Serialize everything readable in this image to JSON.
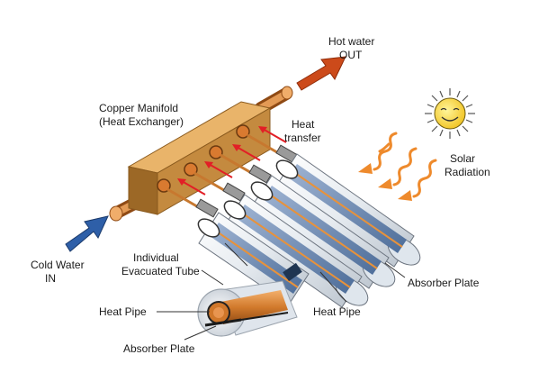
{
  "labels": {
    "hot_water_line1": "Hot water",
    "hot_water_line2": "OUT",
    "manifold_line1": "Copper Manifold",
    "manifold_line2": "(Heat Exchanger)",
    "heat_transfer_line1": "Heat",
    "heat_transfer_line2": "transfer",
    "solar_line1": "Solar",
    "solar_line2": "Radiation",
    "cold_water_line1": "Cold Water",
    "cold_water_line2": "IN",
    "evac_tube_line1": "Individual",
    "evac_tube_line2": "Evacuated Tube",
    "absorber_plate_right": "Absorber Plate",
    "heat_pipe_left": "Heat Pipe",
    "heat_pipe_right": "Heat Pipe",
    "absorber_plate_bottom": "Absorber Plate"
  },
  "colors": {
    "copper": "#c7782f",
    "manifold_top": "#e9b46a",
    "manifold_front": "#c48a3f",
    "manifold_side": "#9c6826",
    "hot_arrow": "#cc4a1a",
    "cold_arrow": "#2e5fa8",
    "radiation": "#ee8a2c",
    "sun": "#f5d640",
    "absorber_plate": "#6e8fb8",
    "tube_glass": "#e9eef3",
    "heat_arrow": "#e21f26"
  },
  "icons": [
    "sun-icon",
    "hot-water-arrow-icon",
    "cold-water-arrow-icon",
    "heat-transfer-arrow-icon",
    "radiation-wave-icon"
  ]
}
